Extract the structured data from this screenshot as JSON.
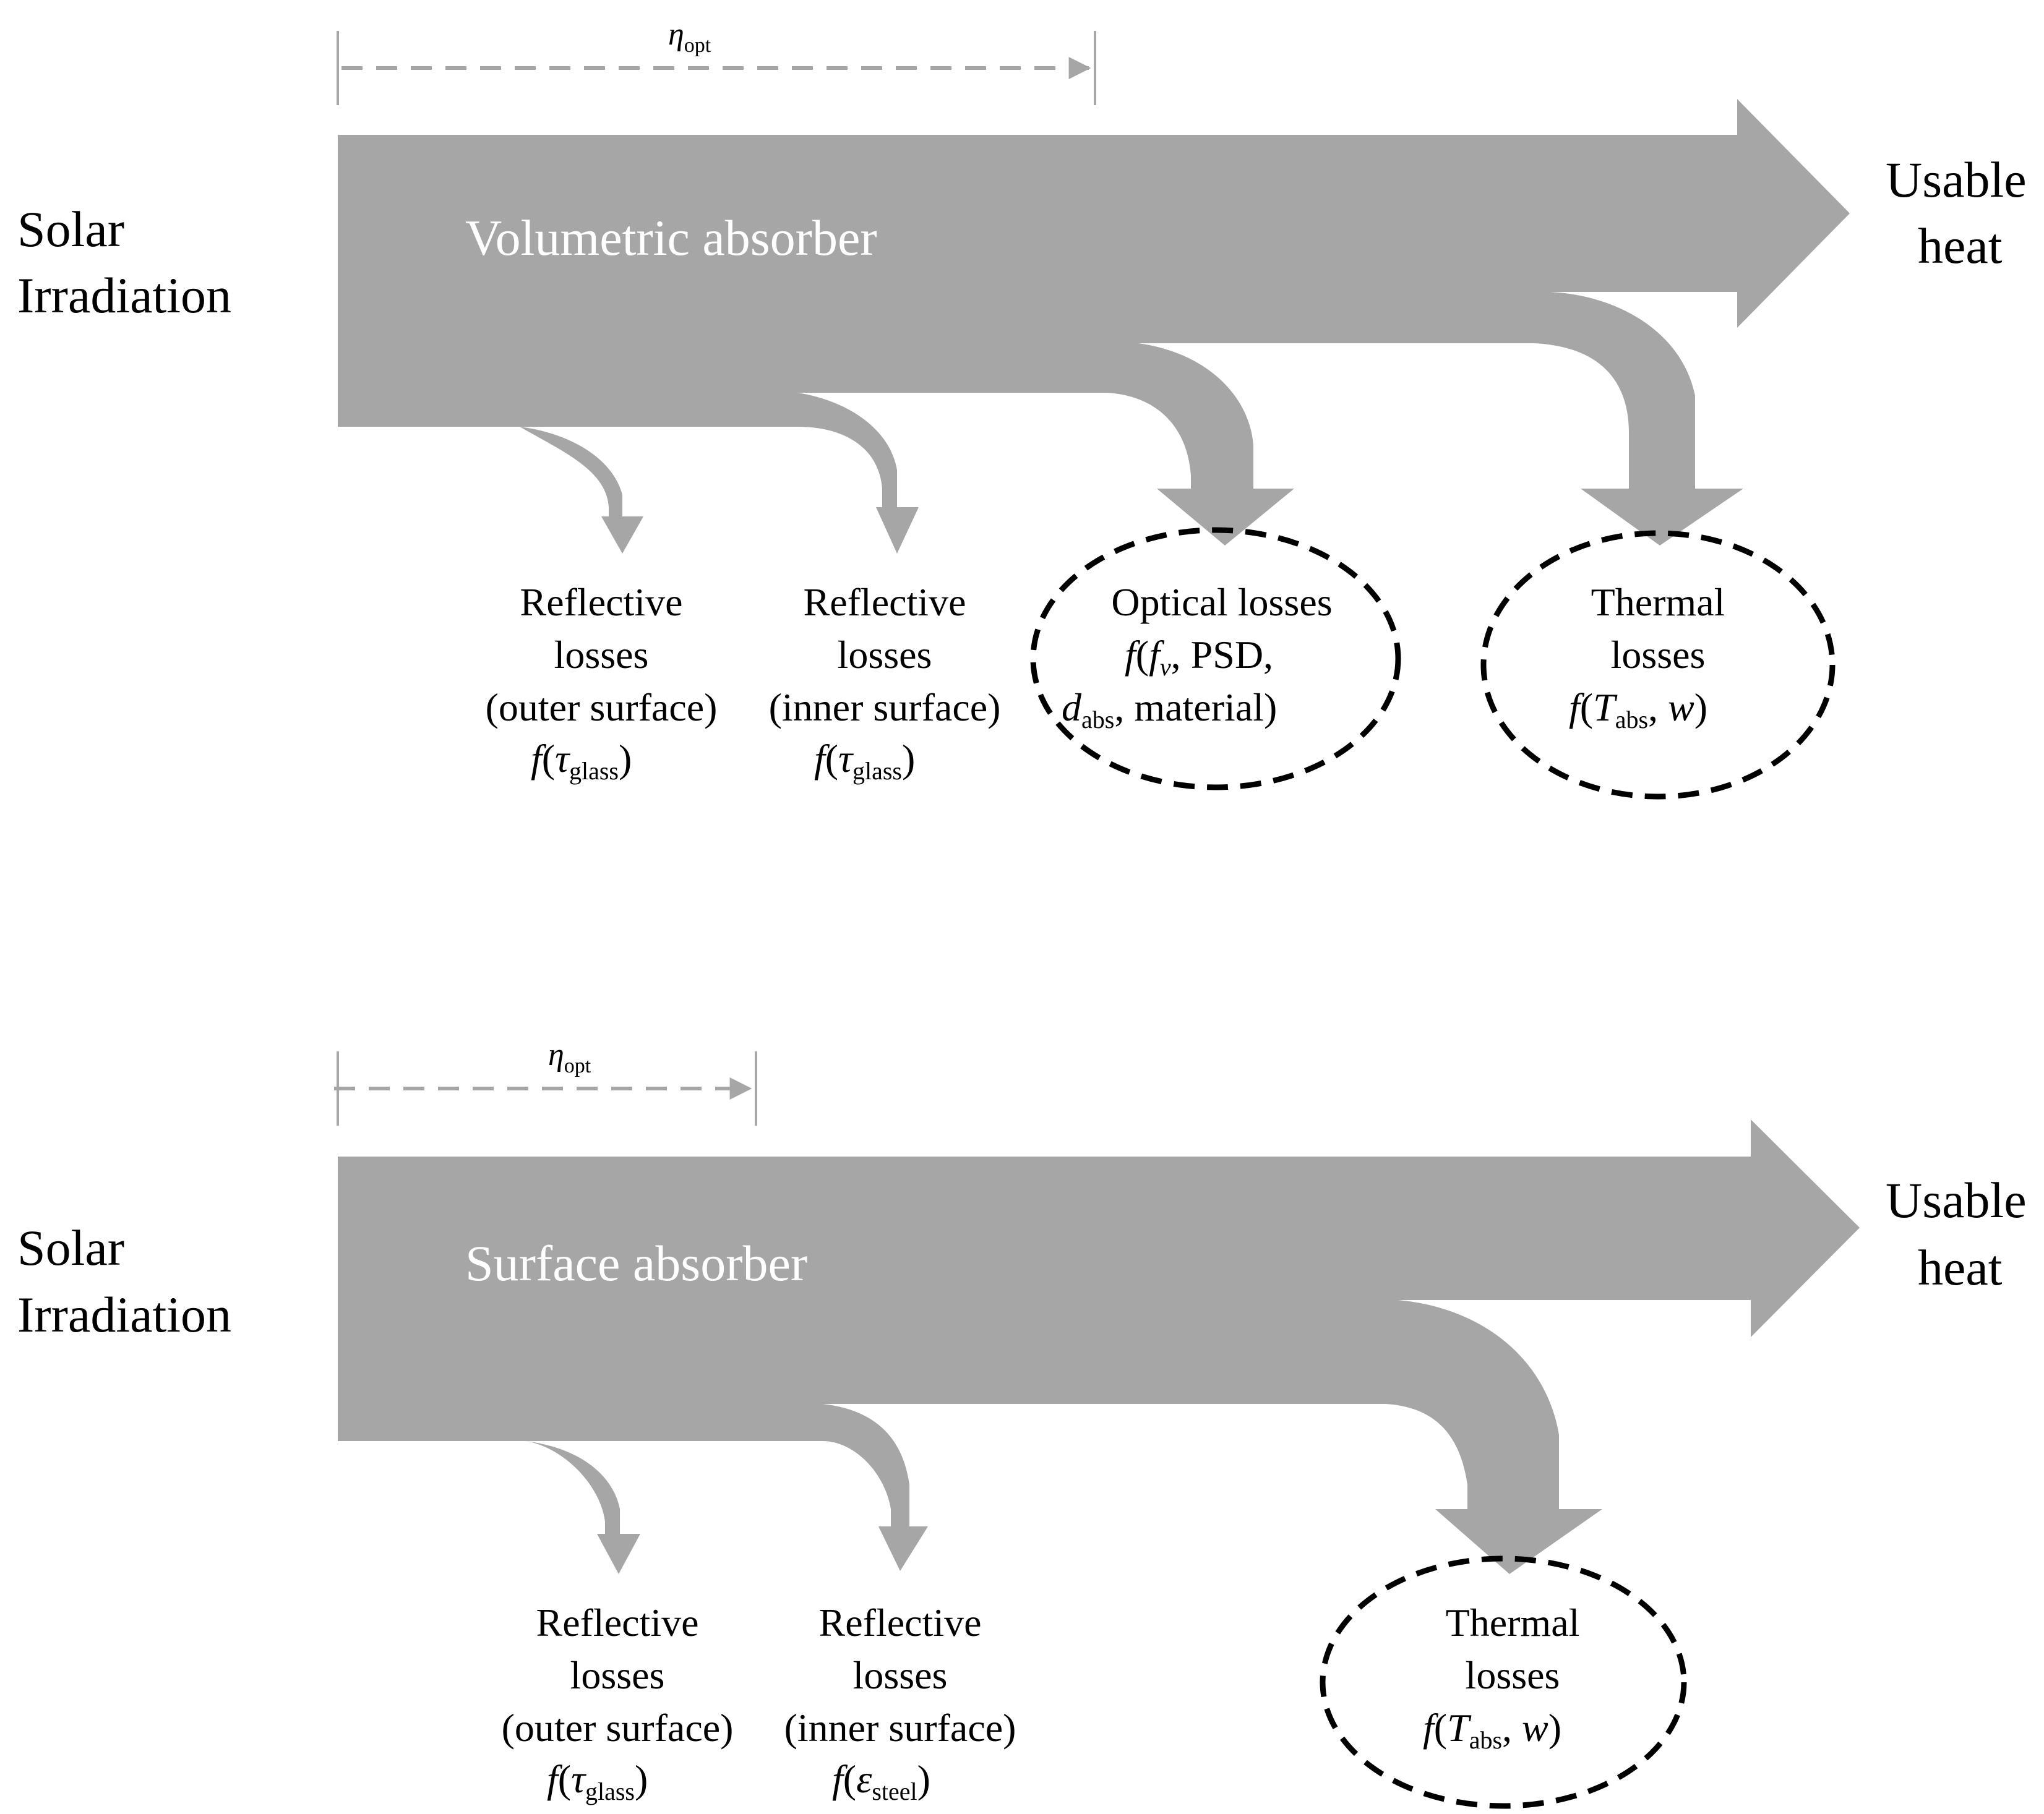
{
  "colors": {
    "flow": "#a6a6a6",
    "dash_marker": "#a6a6a6",
    "ellipse": "#000000",
    "absorber_text": "#ffffff"
  },
  "panels": [
    {
      "eta": {
        "sym": "η",
        "sub": "opt"
      },
      "input_label": [
        "Solar",
        "Irradiation"
      ],
      "absorber_label": "Volumetric absorber",
      "output_label": [
        "Usable",
        "heat"
      ],
      "losses": [
        {
          "lines": [
            "Reflective",
            "losses",
            "(outer surface)"
          ],
          "f": "f",
          "var": "τ",
          "sub": "glass"
        },
        {
          "lines": [
            "Reflective",
            "losses",
            "(inner surface)"
          ],
          "f": "f",
          "var": "τ",
          "sub": "glass"
        },
        {
          "lines": [
            "Optical losses"
          ],
          "f": "f",
          "var": "f",
          "var_sub": "v",
          "rest1": ", PSD,",
          "d": "d",
          "d_sub": "abs",
          "rest2": ", material)"
        },
        {
          "lines": [
            "Thermal",
            "losses"
          ],
          "f": "f",
          "var": "T",
          "sub": "abs",
          "rest": ", ",
          "w": "w"
        }
      ]
    },
    {
      "eta": {
        "sym": "η",
        "sub": "opt"
      },
      "input_label": [
        "Solar",
        "Irradiation"
      ],
      "absorber_label": "Surface absorber",
      "output_label": [
        "Usable",
        "heat"
      ],
      "losses": [
        {
          "lines": [
            "Reflective",
            "losses",
            "(outer surface)"
          ],
          "f": "f",
          "var": "τ",
          "sub": "glass"
        },
        {
          "lines": [
            "Reflective",
            "losses",
            "(inner surface)"
          ],
          "f": "f",
          "var": "ε",
          "sub": "steel"
        },
        {
          "lines": [
            "Thermal",
            "losses"
          ],
          "f": "f",
          "var": "T",
          "sub": "abs",
          "rest": ", ",
          "w": "w"
        }
      ]
    }
  ]
}
